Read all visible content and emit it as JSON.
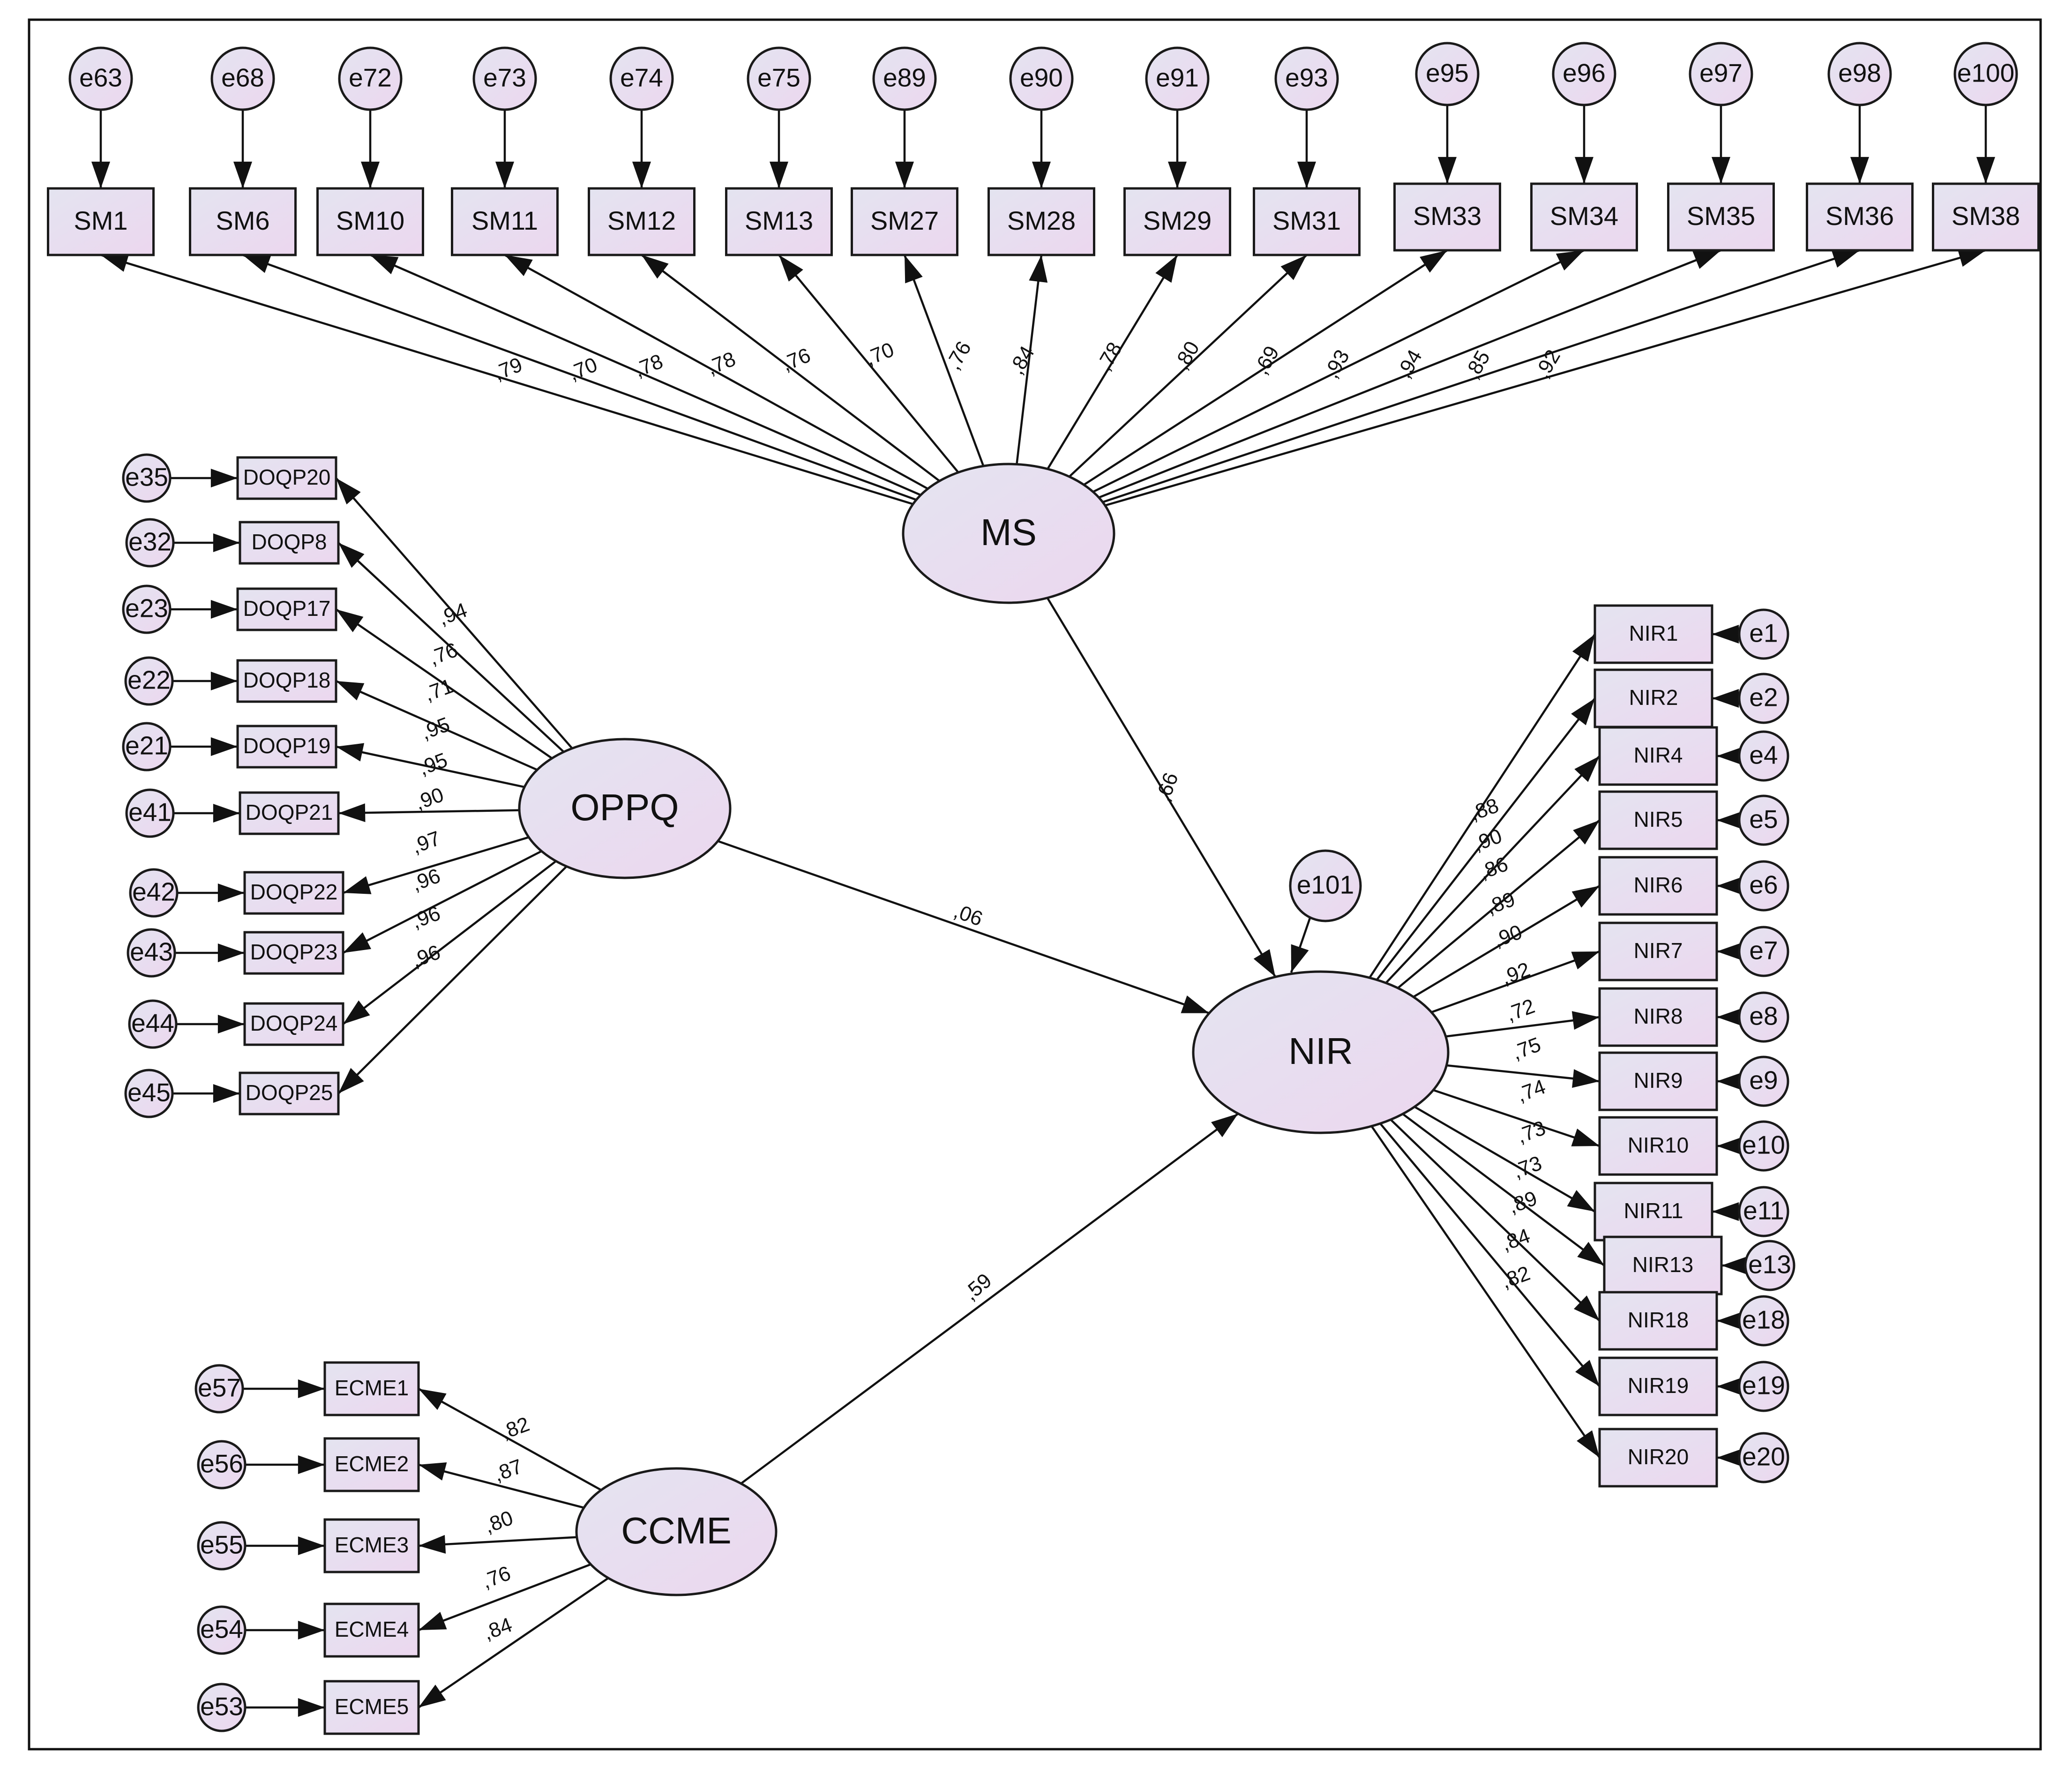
{
  "colors": {
    "node_fill_start": "#e4e4f0",
    "node_fill_end": "#ecd7ef",
    "stroke": "#1a1a1a",
    "frame": "#111111",
    "background": "#ffffff"
  },
  "latents": {
    "MS": "MS",
    "OPPQ": "OPPQ",
    "NIR": "NIR",
    "CCME": "CCME"
  },
  "structural_paths": [
    {
      "from": "MS",
      "to": "NIR",
      "coef": ",66"
    },
    {
      "from": "OPPQ",
      "to": "NIR",
      "coef": ",06"
    },
    {
      "from": "CCME",
      "to": "NIR",
      "coef": ",59"
    }
  ],
  "ms_indicators": [
    {
      "item": "SM1",
      "error": "e63",
      "loading": ",79"
    },
    {
      "item": "SM6",
      "error": "e68",
      "loading": ",70"
    },
    {
      "item": "SM10",
      "error": "e72",
      "loading": ",78"
    },
    {
      "item": "SM11",
      "error": "e73",
      "loading": ",78"
    },
    {
      "item": "SM12",
      "error": "e74",
      "loading": ",76"
    },
    {
      "item": "SM13",
      "error": "e75",
      "loading": ",70"
    },
    {
      "item": "SM27",
      "error": "e89",
      "loading": ",76"
    },
    {
      "item": "SM28",
      "error": "e90",
      "loading": ",84"
    },
    {
      "item": "SM29",
      "error": "e91",
      "loading": ",78"
    },
    {
      "item": "SM31",
      "error": "e93",
      "loading": ",80"
    },
    {
      "item": "SM33",
      "error": "e95",
      "loading": ",69"
    },
    {
      "item": "SM34",
      "error": "e96",
      "loading": ",93"
    },
    {
      "item": "SM35",
      "error": "e97",
      "loading": ",94"
    },
    {
      "item": "SM36",
      "error": "e98",
      "loading": ",85"
    },
    {
      "item": "SM38",
      "error": "e100",
      "loading": ",92"
    }
  ],
  "oppq_indicators": [
    {
      "item": "DOQP20",
      "error": "e35",
      "loading": ",94"
    },
    {
      "item": "DOQP8",
      "error": "e32",
      "loading": ",76"
    },
    {
      "item": "DOQP17",
      "error": "e23",
      "loading": ",71"
    },
    {
      "item": "DOQP18",
      "error": "e22",
      "loading": ",95"
    },
    {
      "item": "DOQP19",
      "error": "e21",
      "loading": ",95"
    },
    {
      "item": "DOQP21",
      "error": "e41",
      "loading": ",90"
    },
    {
      "item": "DOQP22",
      "error": "e42",
      "loading": ",97"
    },
    {
      "item": "DOQP23",
      "error": "e43",
      "loading": ",96"
    },
    {
      "item": "DOQP24",
      "error": "e44",
      "loading": ",96"
    },
    {
      "item": "DOQP25",
      "error": "e45",
      "loading": ",96"
    }
  ],
  "nir_indicators": [
    {
      "item": "NIR1",
      "error": "e1",
      "loading": ",88"
    },
    {
      "item": "NIR2",
      "error": "e2",
      "loading": ",90"
    },
    {
      "item": "NIR4",
      "error": "e4",
      "loading": ",86"
    },
    {
      "item": "NIR5",
      "error": "e5",
      "loading": ",89"
    },
    {
      "item": "NIR6",
      "error": "e6",
      "loading": ",90"
    },
    {
      "item": "NIR7",
      "error": "e7",
      "loading": ",92"
    },
    {
      "item": "NIR8",
      "error": "e8",
      "loading": ",72"
    },
    {
      "item": "NIR9",
      "error": "e9",
      "loading": ",75"
    },
    {
      "item": "NIR10",
      "error": "e10",
      "loading": ",74"
    },
    {
      "item": "NIR11",
      "error": "e11",
      "loading": ",73"
    },
    {
      "item": "NIR13",
      "error": "e13",
      "loading": ",73"
    },
    {
      "item": "NIR18",
      "error": "e18",
      "loading": ",89"
    },
    {
      "item": "NIR19",
      "error": "e19",
      "loading": ",84"
    },
    {
      "item": "NIR20",
      "error": "e20",
      "loading": ",82"
    }
  ],
  "nir_disturbance": "e101",
  "ccme_indicators": [
    {
      "item": "ECME1",
      "error": "e57",
      "loading": ",82"
    },
    {
      "item": "ECME2",
      "error": "e56",
      "loading": ",87"
    },
    {
      "item": "ECME3",
      "error": "e55",
      "loading": ",80"
    },
    {
      "item": "ECME4",
      "error": "e54",
      "loading": ",76"
    },
    {
      "item": "ECME5",
      "error": "e53",
      "loading": ",84"
    }
  ]
}
